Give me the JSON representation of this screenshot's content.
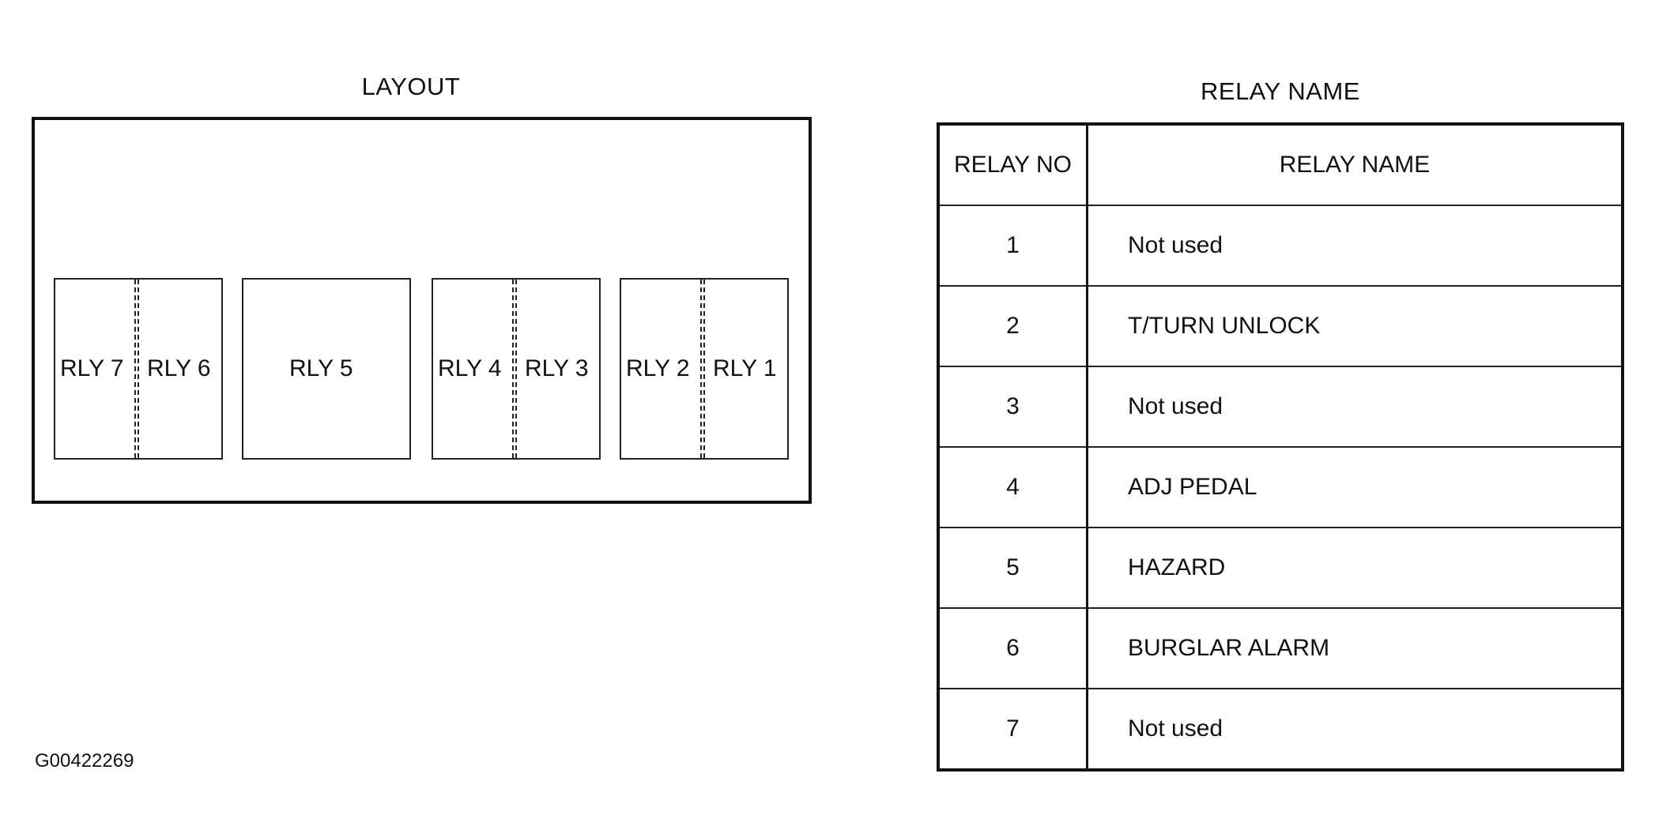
{
  "layout": {
    "title": "LAYOUT",
    "relays": [
      {
        "label": "RLY 7"
      },
      {
        "label": "RLY 6"
      },
      {
        "label": "RLY 5"
      },
      {
        "label": "RLY 4"
      },
      {
        "label": "RLY 3"
      },
      {
        "label": "RLY 2"
      },
      {
        "label": "RLY 1"
      }
    ]
  },
  "relay_table": {
    "title": "RELAY NAME",
    "headers": {
      "relay_no": "RELAY NO",
      "relay_name": "RELAY  NAME"
    },
    "rows": [
      {
        "no": "1",
        "name": "Not used"
      },
      {
        "no": "2",
        "name": "T/TURN UNLOCK"
      },
      {
        "no": "3",
        "name": "Not used"
      },
      {
        "no": "4",
        "name": "ADJ PEDAL"
      },
      {
        "no": "5",
        "name": "HAZARD"
      },
      {
        "no": "6",
        "name": "BURGLAR ALARM"
      },
      {
        "no": "7",
        "name": "Not used"
      }
    ]
  },
  "document_id": "G00422269"
}
